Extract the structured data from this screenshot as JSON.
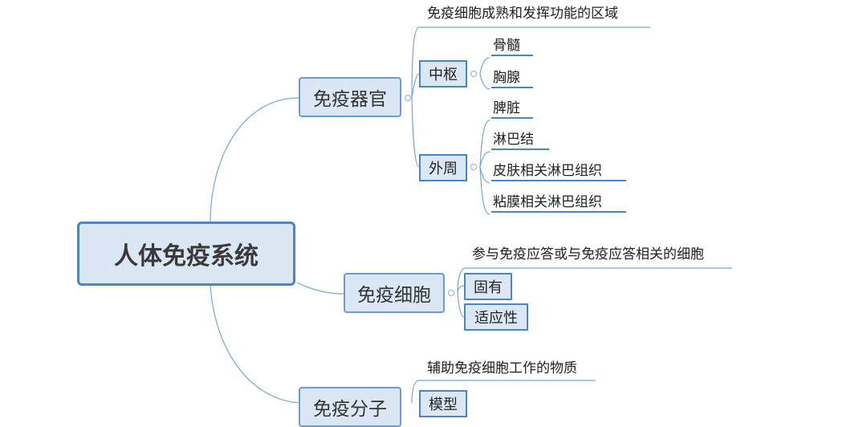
{
  "root": {
    "label": "人体免疫系统"
  },
  "organs": {
    "label": "免疫器官",
    "description": "免疫细胞成熟和发挥功能的区域",
    "central": {
      "label": "中枢",
      "items": [
        "骨髓",
        "胸腺"
      ]
    },
    "peripheral": {
      "label": "外周",
      "items": [
        "脾脏",
        "淋巴结",
        "皮肤相关淋巴组织",
        "粘膜相关淋巴组织"
      ]
    }
  },
  "cells": {
    "label": "免疫细胞",
    "description": "参与免疫应答或与免疫应答相关的细胞",
    "innate": {
      "label": "固有"
    },
    "adaptive": {
      "label": "适应性"
    }
  },
  "molecules": {
    "label": "免疫分子",
    "description": "辅助免疫细胞工作的物质",
    "first_child": {
      "label": "模型"
    }
  },
  "colors": {
    "line": "#7aa6d6",
    "box_fill": "#dbe7f4",
    "box_border": "#4a86c6",
    "underline": "#4a86c6"
  }
}
